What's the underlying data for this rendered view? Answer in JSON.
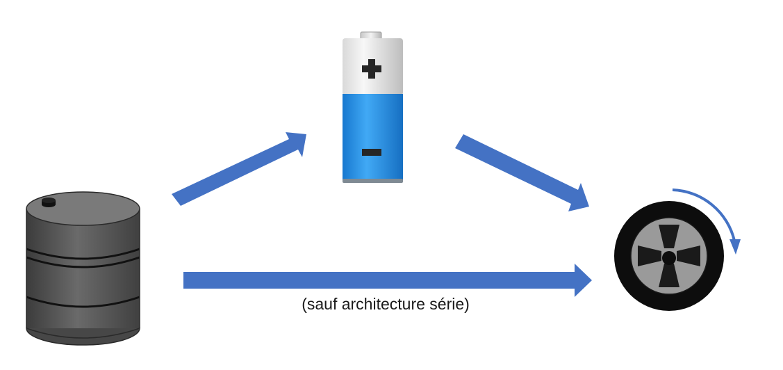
{
  "diagram": {
    "nodes": [
      {
        "id": "fuel",
        "icon": "fuel-barrel-icon"
      },
      {
        "id": "battery",
        "icon": "battery-icon"
      },
      {
        "id": "wheel",
        "icon": "wheel-icon"
      }
    ],
    "edges": [
      {
        "from": "fuel",
        "to": "battery"
      },
      {
        "from": "battery",
        "to": "wheel"
      },
      {
        "from": "fuel",
        "to": "wheel",
        "label": "(sauf architecture série)"
      }
    ],
    "direct_path_note": "(sauf architecture série)",
    "colors": {
      "arrow": "#4472C4",
      "barrel": "#595959",
      "battery_charge": "#1E90E8",
      "tire": "#0d0d0d",
      "rim": "#9a9a9a"
    }
  }
}
